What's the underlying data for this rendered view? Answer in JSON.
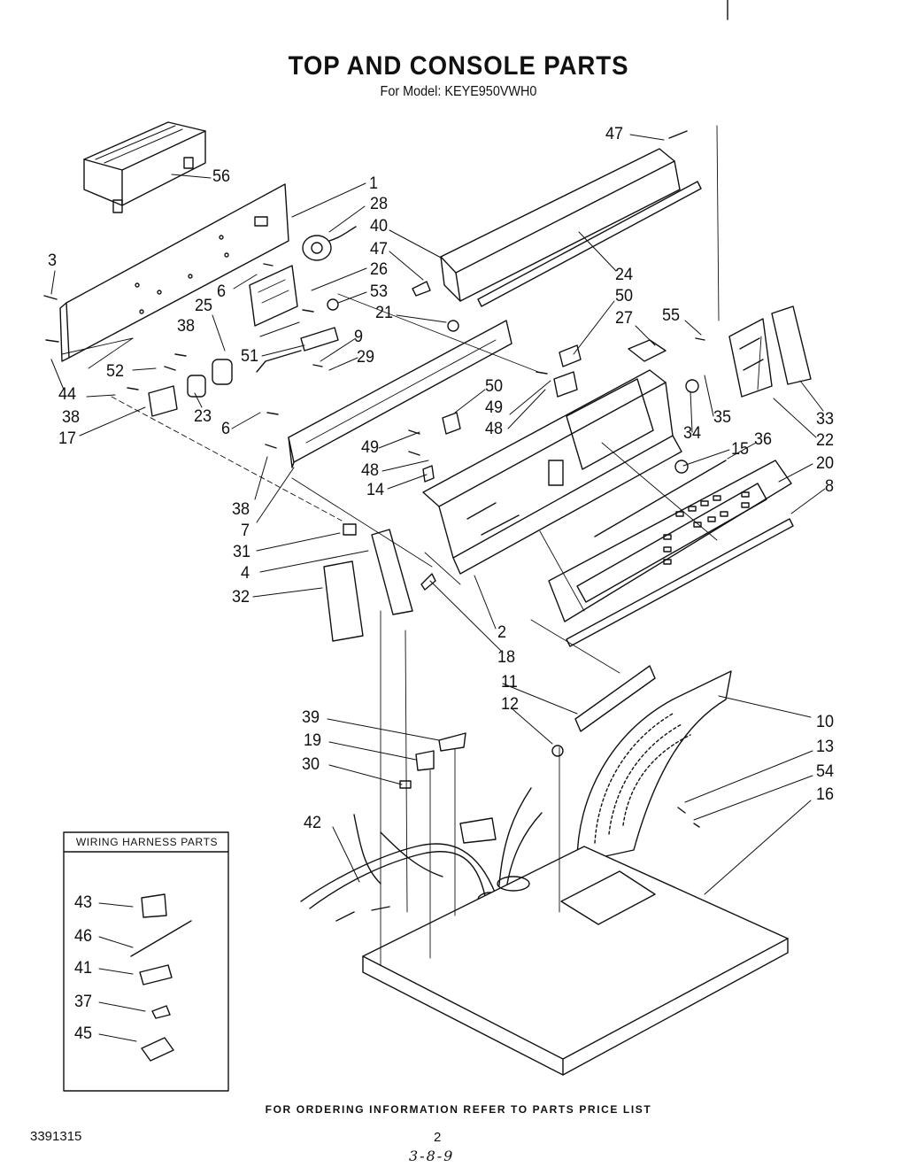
{
  "header": {
    "title": "TOP AND CONSOLE PARTS",
    "subtitle": "For Model: KEYE950VWH0"
  },
  "inset": {
    "title": "WIRING HARNESS PARTS"
  },
  "footer": {
    "note": "FOR ORDERING INFORMATION REFER TO PARTS PRICE LIST",
    "doc_number": "3391315",
    "page_number": "2",
    "handwritten": "3-8-9"
  },
  "callouts": [
    "56",
    "1",
    "28",
    "40",
    "3",
    "47",
    "26",
    "53",
    "6",
    "25",
    "38",
    "51",
    "9",
    "29",
    "21",
    "44",
    "52",
    "38",
    "23",
    "17",
    "6",
    "38",
    "7",
    "31",
    "4",
    "32",
    "18",
    "2",
    "47",
    "24",
    "50",
    "27",
    "55",
    "50",
    "49",
    "48",
    "49",
    "48",
    "14",
    "34",
    "35",
    "33",
    "22",
    "15",
    "36",
    "20",
    "8",
    "11",
    "12",
    "39",
    "19",
    "30",
    "42",
    "10",
    "13",
    "54",
    "16",
    "43",
    "46",
    "41",
    "37",
    "45"
  ],
  "colors": {
    "ink": "#111111",
    "paper": "#ffffff"
  }
}
